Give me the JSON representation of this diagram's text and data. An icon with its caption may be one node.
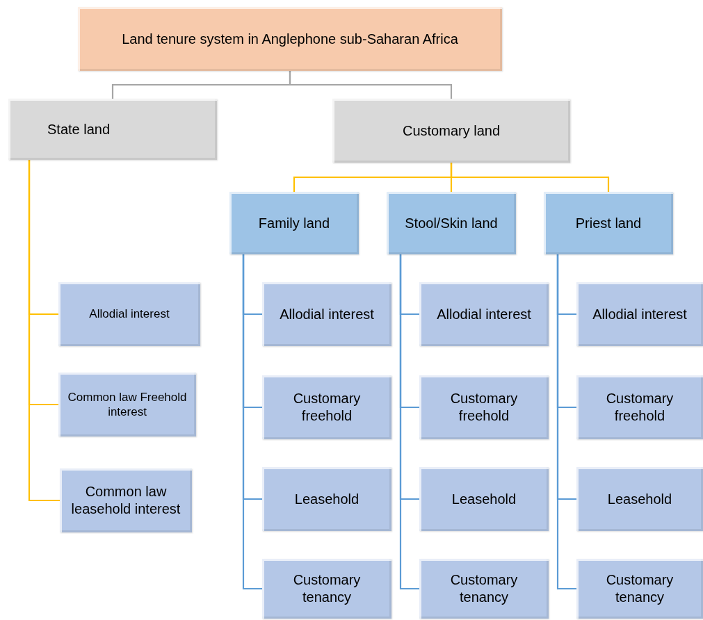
{
  "diagram": {
    "nodes": [
      {
        "text": [
          "Land tenure system in Anglephone sub-Saharan Africa"
        ]
      },
      {
        "text": [
          "State land"
        ]
      },
      {
        "text": [
          "Customary land"
        ]
      },
      {
        "text": [
          "Family land"
        ]
      },
      {
        "text": [
          "Stool/Skin land"
        ]
      },
      {
        "text": [
          "Priest land"
        ]
      },
      {
        "text": [
          "Allodial interest"
        ]
      },
      {
        "text": [
          "Common law Freehold interest"
        ]
      },
      {
        "text": [
          "Common law leasehold interest"
        ]
      },
      {
        "text": [
          "Allodial interest"
        ]
      },
      {
        "text": [
          "Customary freehold"
        ]
      },
      {
        "text": [
          "Leasehold"
        ]
      },
      {
        "text": [
          "Customary tenancy"
        ]
      },
      {
        "text": [
          "Allodial interest"
        ]
      },
      {
        "text": [
          "Customary freehold"
        ]
      },
      {
        "text": [
          "Leasehold"
        ]
      },
      {
        "text": [
          "Customary tenancy"
        ]
      },
      {
        "text": [
          "Allodial interest"
        ]
      },
      {
        "text": [
          "Customary freehold"
        ]
      },
      {
        "text": [
          "Leasehold"
        ]
      },
      {
        "text": [
          "Customary tenancy"
        ]
      }
    ],
    "edges": [
      {
        "from": 0,
        "to": 1,
        "arrow": "none",
        "color": "#a5a5a5"
      },
      {
        "from": 0,
        "to": 2,
        "arrow": "none",
        "color": "#a5a5a5"
      },
      {
        "from": 2,
        "to": 3,
        "arrow": "none",
        "color": "#ffc000"
      },
      {
        "from": 2,
        "to": 4,
        "arrow": "none",
        "color": "#ffc000"
      },
      {
        "from": 2,
        "to": 5,
        "arrow": "none",
        "color": "#ffc000"
      },
      {
        "from": 1,
        "to": 6,
        "arrow": "none",
        "color": "#ffc000"
      },
      {
        "from": 1,
        "to": 7,
        "arrow": "none",
        "color": "#ffc000"
      },
      {
        "from": 1,
        "to": 8,
        "arrow": "none",
        "color": "#ffc000"
      },
      {
        "from": 3,
        "to": 9,
        "arrow": "none"
      },
      {
        "from": 3,
        "to": 10,
        "arrow": "none"
      },
      {
        "from": 3,
        "to": 11,
        "arrow": "none"
      },
      {
        "from": 3,
        "to": 12,
        "arrow": "none"
      },
      {
        "from": 4,
        "to": 13,
        "arrow": "none"
      },
      {
        "from": 4,
        "to": 14,
        "arrow": "none"
      },
      {
        "from": 4,
        "to": 15,
        "arrow": "none"
      },
      {
        "from": 4,
        "to": 16,
        "arrow": "none"
      },
      {
        "from": 5,
        "to": 17,
        "arrow": "none"
      },
      {
        "from": 5,
        "to": 18,
        "arrow": "none"
      },
      {
        "from": 5,
        "to": 19,
        "arrow": "none"
      },
      {
        "from": 5,
        "to": 20,
        "arrow": "none"
      }
    ]
  }
}
